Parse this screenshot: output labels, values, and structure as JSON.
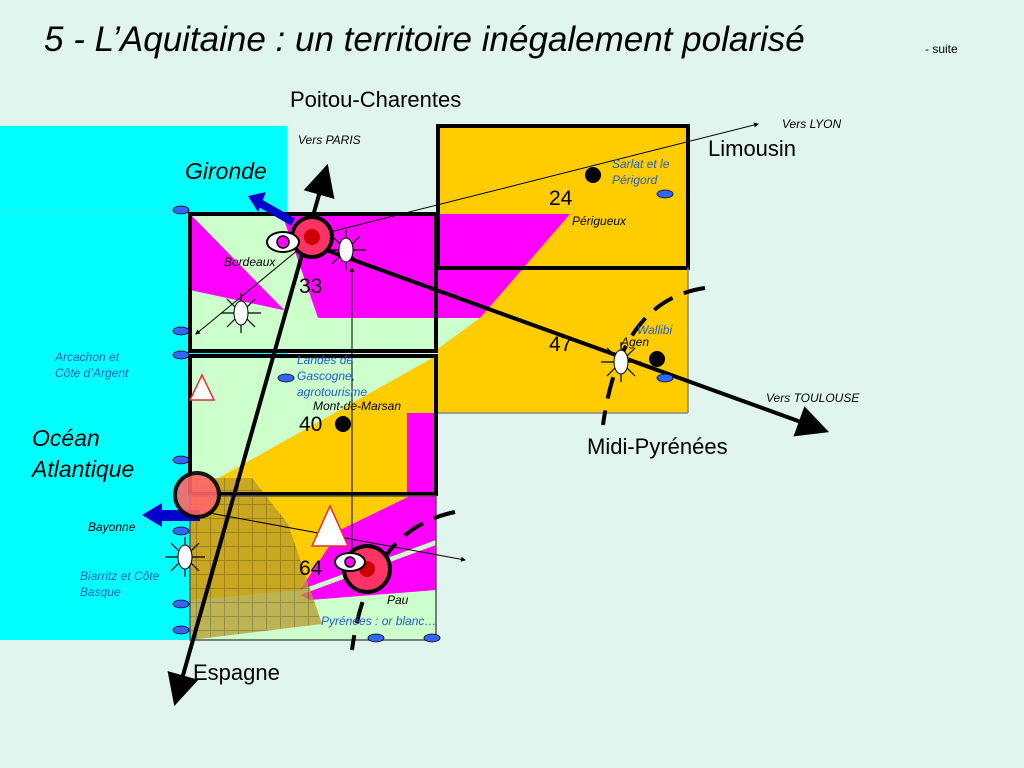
{
  "title": "5 - L’Aquitaine : un territoire inégalement polarisé",
  "subtitle": "- suite",
  "regions": {
    "poitou": "Poitou-Charentes",
    "limousin": "Limousin",
    "midi": "Midi-Pyrénées",
    "espagne": "Espagne",
    "gironde": "Gironde",
    "ocean_line1": "Océan",
    "ocean_line2": "Atlantique"
  },
  "departments": [
    "33",
    "24",
    "47",
    "40",
    "64"
  ],
  "cities": {
    "bordeaux": "Bordeaux",
    "perigueux": "Périgueux",
    "agen": "Agen",
    "mont_de_marsan": "Mont-de-Marsan",
    "bayonne": "Bayonne",
    "pau": "Pau"
  },
  "directions": {
    "paris": "Vers PARIS",
    "lyon": "Vers LYON",
    "toulouse": "Vers TOULOUSE"
  },
  "tourism": {
    "sarlat_line1": "Sarlat et le",
    "sarlat_line2": "Périgord",
    "wallibi": "Wallibi",
    "arcachon_line1": "Arcachon et",
    "arcachon_line2": "Côte d’Argent",
    "landes_line1": "Landes de",
    "landes_line2": "Gascogne,",
    "landes_line3": "agrotourisme",
    "biarritz_line1": "Biarritz et Côte",
    "biarritz_line2": "Basque",
    "pyrenees": "Pyrénées : or blanc…"
  },
  "colors": {
    "background": "#e0f5ed",
    "ocean": "#00ffff",
    "orange": "#ffcc00",
    "magenta": "#ff00ff",
    "light_green": "#ccffcc",
    "pole_red": "#ff3366",
    "link_blue": "#1f5cc9",
    "beach_blue": "#3366ff"
  },
  "icons": [
    "major-pole-icon",
    "secondary-pole-icon",
    "sun-icon",
    "mountain-triangle-icon",
    "beach-oval-icon",
    "tourist-eye-icon",
    "coastal-arrow-icon"
  ]
}
